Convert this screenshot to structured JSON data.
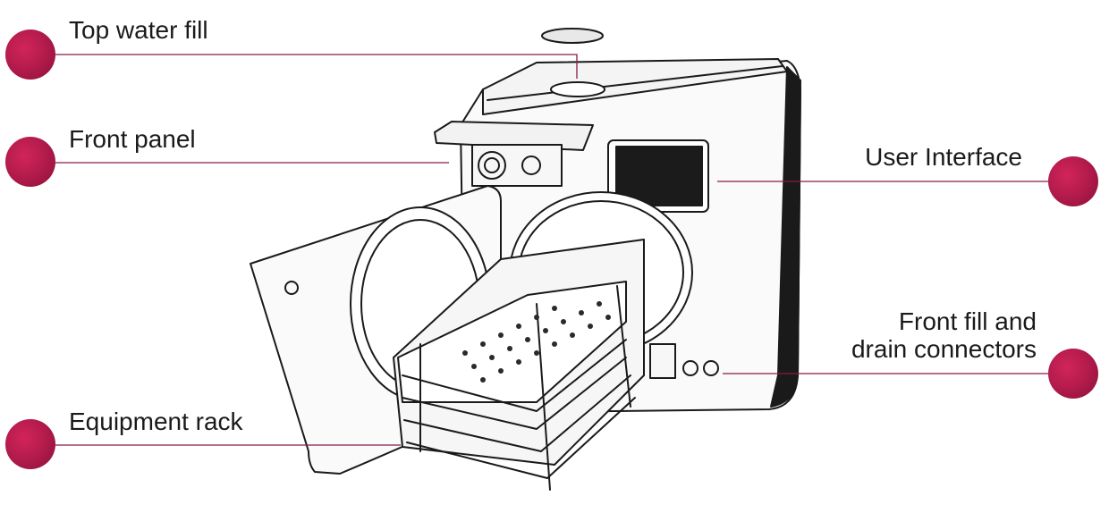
{
  "callouts": {
    "top_water_fill": "Top water fill",
    "front_panel": "Front panel",
    "user_interface": "User Interface",
    "front_fill_line1": "Front fill and",
    "front_fill_line2": "drain connectors",
    "equipment_rack": "Equipment rack"
  },
  "colors": {
    "accent": "#b51c4d",
    "leader_line": "#8a1a4a",
    "outline": "#1a1a1a"
  }
}
